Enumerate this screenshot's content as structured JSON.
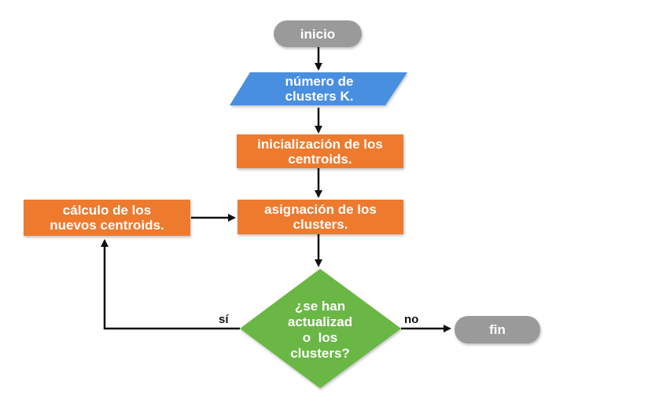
{
  "colors": {
    "terminal": "#9a9a9a",
    "input": "#4a8fe0",
    "process": "#ee7a2f",
    "decision": "#6bb744",
    "arrow": "#111111"
  },
  "nodes": {
    "inicio": {
      "label": "inicio"
    },
    "input": {
      "line1": "número de",
      "line2": "clusters K."
    },
    "init": {
      "line1": "inicialización de los",
      "line2": "centroids."
    },
    "assign": {
      "line1": "asignación de los",
      "line2": "clusters."
    },
    "recalc": {
      "line1": "cálculo de los",
      "line2": "nuevos centroids."
    },
    "decision": {
      "line1": "¿se han",
      "line2": "actualizad",
      "line3": "o  los",
      "line4": "clusters?"
    },
    "fin": {
      "label": "fin"
    }
  },
  "edges": {
    "yes_label": "sí",
    "no_label": "no"
  }
}
